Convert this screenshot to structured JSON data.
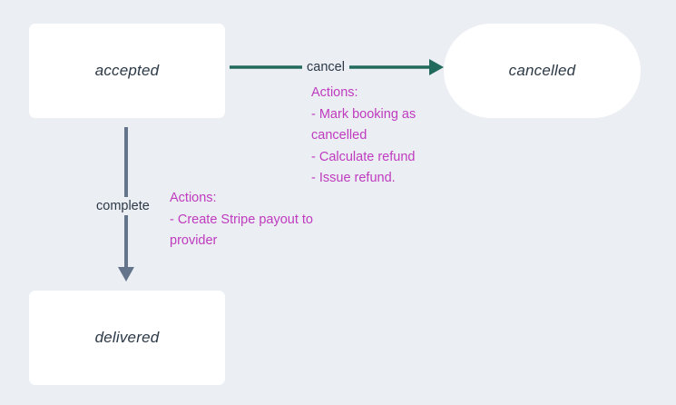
{
  "diagram": {
    "type": "state-machine",
    "background_color": "#ebeef3",
    "nodes": [
      {
        "id": "accepted",
        "label": "accepted",
        "shape": "rounded-rect",
        "fill": "#ffffff",
        "text_color": "#2b3846"
      },
      {
        "id": "cancelled",
        "label": "cancelled",
        "shape": "pill",
        "fill": "#ffffff",
        "text_color": "#2b3846"
      },
      {
        "id": "delivered",
        "label": "delivered",
        "shape": "rounded-rect",
        "fill": "#ffffff",
        "text_color": "#2b3846"
      }
    ],
    "edges": [
      {
        "id": "cancel",
        "from": "accepted",
        "to": "cancelled",
        "label": "cancel",
        "color": "#216a5c",
        "direction": "right"
      },
      {
        "id": "complete",
        "from": "accepted",
        "to": "delivered",
        "label": "complete",
        "color": "#64758b",
        "direction": "down"
      }
    ],
    "annotations": [
      {
        "id": "cancel-actions",
        "edge": "cancel",
        "color": "#bf3bbf",
        "heading": "Actions:",
        "items": [
          "- Mark booking as cancelled",
          "- Calculate refund",
          "- Issue refund."
        ]
      },
      {
        "id": "complete-actions",
        "edge": "complete",
        "color": "#bf3bbf",
        "heading": "Actions:",
        "items": [
          "- Create Stripe payout to provider"
        ]
      }
    ]
  }
}
